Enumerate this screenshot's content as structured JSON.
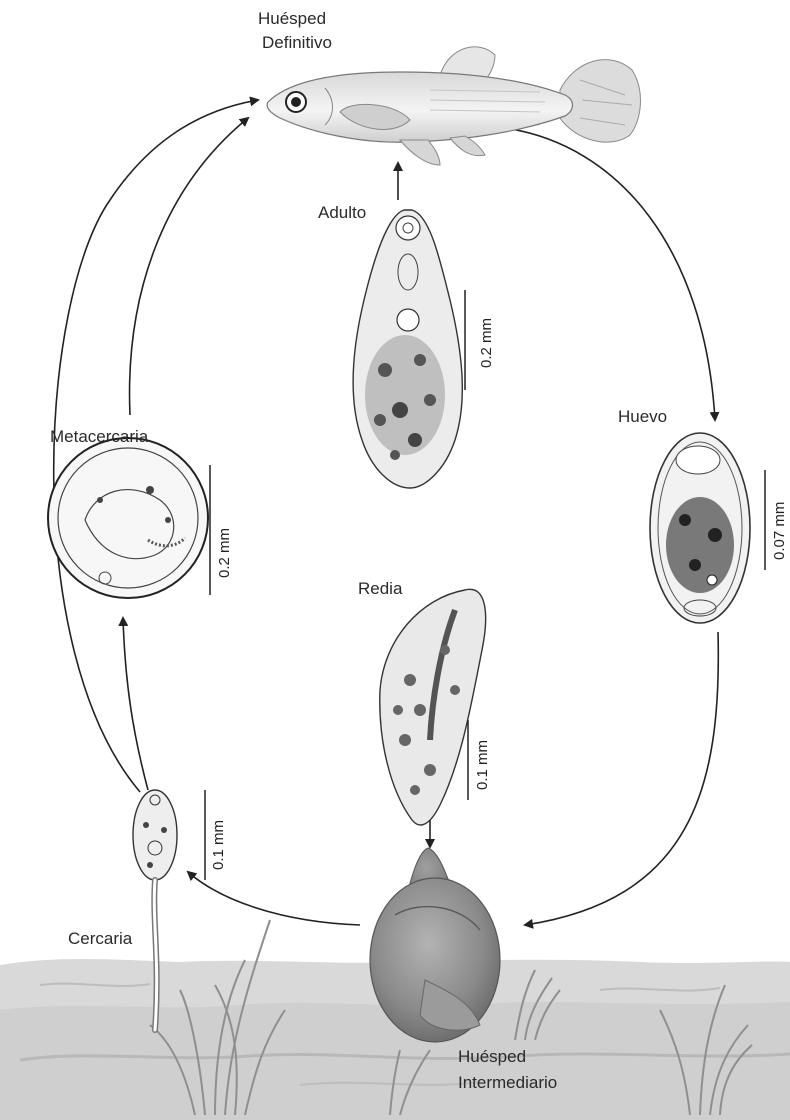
{
  "title": "",
  "labels": {
    "definitive_host_line1": "Huésped",
    "definitive_host_line2": "Definitivo",
    "adult": "Adulto",
    "egg": "Huevo",
    "metacercaria": "Metacercaria",
    "redia": "Redia",
    "cercaria": "Cercaria",
    "intermediate_host_line1": "Huésped",
    "intermediate_host_line2": "Intermediario"
  },
  "scale_bars": {
    "adult": "0.2 mm",
    "egg": "0.07 mm",
    "metacercaria": "0.2 mm",
    "redia": "0.1 mm",
    "cercaria": "0.1 mm"
  },
  "cycle_order": [
    "adult",
    "egg",
    "snail",
    "redia",
    "cercaria",
    "metacercaria",
    "fish"
  ]
}
